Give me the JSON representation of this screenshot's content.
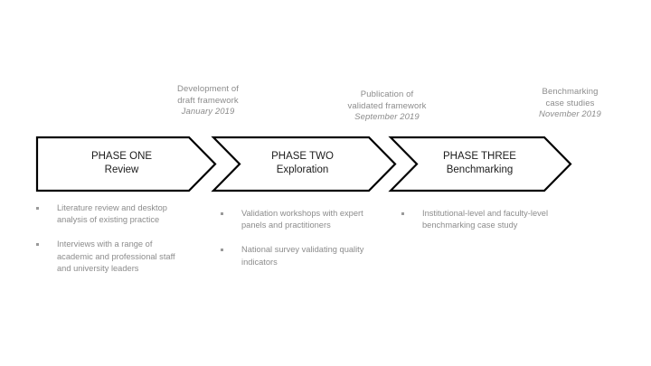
{
  "diagram": {
    "title": "Three phase research process timeline",
    "background_color": "#ffffff",
    "outline_color": "#000000",
    "muted_text_color": "#8c8c8c",
    "phase_text_color": "#1c1c1c"
  },
  "milestones": [
    {
      "line1": "Development of",
      "line2": "draft framework",
      "date": "January 2019"
    },
    {
      "line1": "Publication of",
      "line2": "validated framework",
      "date": "September 2019"
    },
    {
      "line1": "Benchmarking",
      "line2": "case studies",
      "date": "November 2019"
    }
  ],
  "phases": [
    {
      "title": "PHASE ONE",
      "subtitle": "Review",
      "bullets": [
        "Literature review and desktop analysis of existing practice",
        "Interviews with a range of academic and professional staff and university leaders"
      ]
    },
    {
      "title": "PHASE TWO",
      "subtitle": "Exploration",
      "bullets": [
        "Validation workshops with expert panels and practitioners",
        "National survey validating quality indicators"
      ]
    },
    {
      "title": "PHASE THREE",
      "subtitle": "Benchmarking",
      "bullets": [
        "Institutional-level and faculty-level benchmarking case study"
      ]
    }
  ]
}
